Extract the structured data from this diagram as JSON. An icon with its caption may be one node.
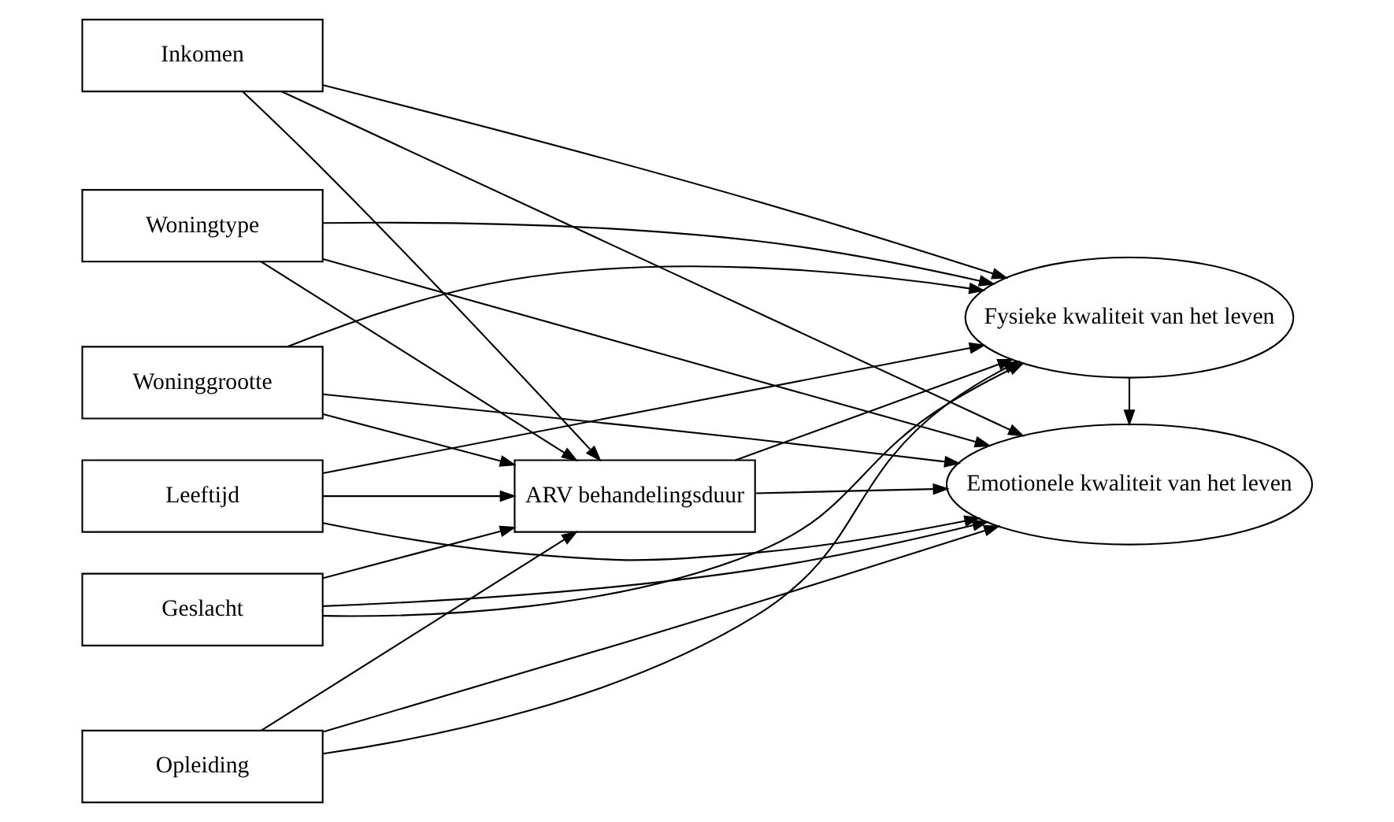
{
  "diagram": {
    "nodes": [
      {
        "text": [
          "Leeftijd"
        ]
      },
      {
        "text": [
          "Geslacht"
        ]
      },
      {
        "text": [
          "Opleiding"
        ]
      },
      {
        "text": [
          "Inkomen"
        ]
      },
      {
        "text": [
          "Woningtype"
        ]
      },
      {
        "text": [
          "Woninggrootte"
        ]
      },
      {
        "text": [
          "ARV behandelingsduur"
        ]
      },
      {
        "text": [
          "Fysieke kwaliteit van het leven"
        ]
      },
      {
        "text": [
          "Emotionele kwaliteit van het leven"
        ]
      }
    ],
    "edges": [
      {
        "from": 0,
        "to": 6,
        "arrow": "to"
      },
      {
        "from": 0,
        "to": 7,
        "arrow": "to"
      },
      {
        "from": 0,
        "to": 8,
        "arrow": "to"
      },
      {
        "from": 1,
        "to": 6,
        "arrow": "to"
      },
      {
        "from": 1,
        "to": 7,
        "arrow": "to"
      },
      {
        "from": 1,
        "to": 8,
        "arrow": "to"
      },
      {
        "from": 2,
        "to": 6,
        "arrow": "to"
      },
      {
        "from": 2,
        "to": 7,
        "arrow": "to"
      },
      {
        "from": 2,
        "to": 8,
        "arrow": "to"
      },
      {
        "from": 3,
        "to": 6,
        "arrow": "to"
      },
      {
        "from": 3,
        "to": 7,
        "arrow": "to"
      },
      {
        "from": 3,
        "to": 8,
        "arrow": "to"
      },
      {
        "from": 4,
        "to": 6,
        "arrow": "to"
      },
      {
        "from": 4,
        "to": 7,
        "arrow": "to"
      },
      {
        "from": 4,
        "to": 8,
        "arrow": "to"
      },
      {
        "from": 5,
        "to": 6,
        "arrow": "to"
      },
      {
        "from": 5,
        "to": 7,
        "arrow": "to"
      },
      {
        "from": 5,
        "to": 8,
        "arrow": "to"
      },
      {
        "from": 6,
        "to": 7,
        "arrow": "to"
      },
      {
        "from": 6,
        "to": 8,
        "arrow": "to"
      },
      {
        "from": 7,
        "to": 8,
        "arrow": "to"
      }
    ]
  }
}
